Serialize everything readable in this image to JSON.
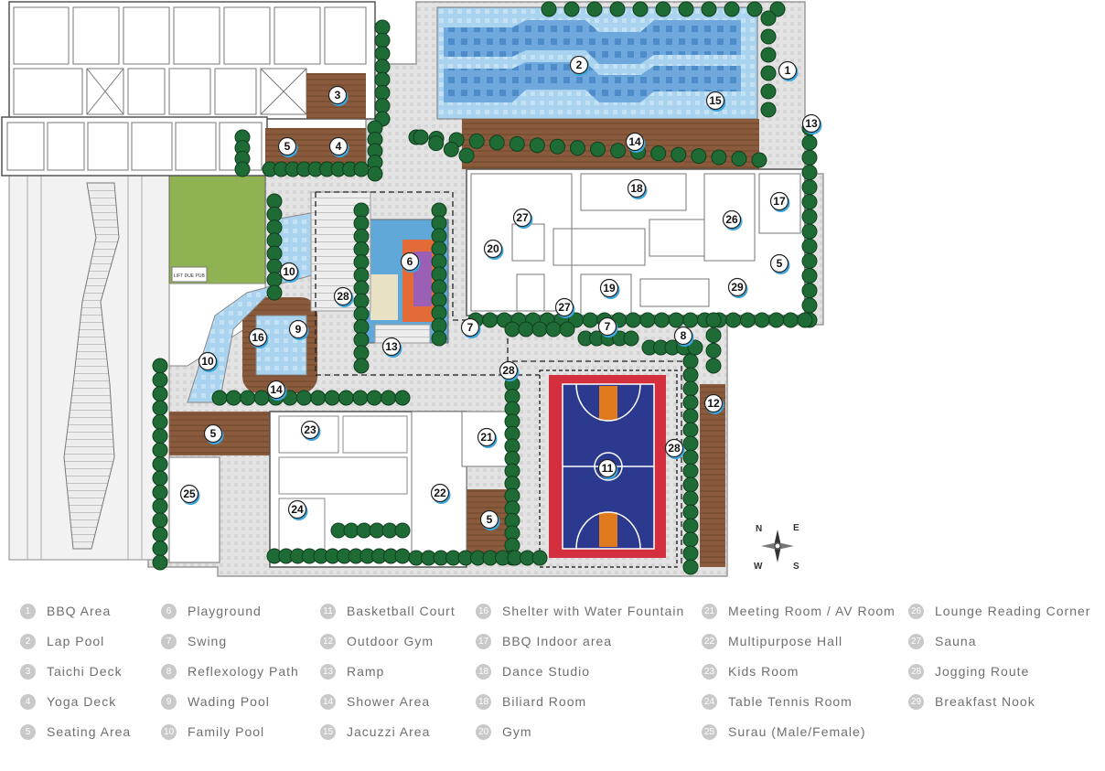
{
  "map": {
    "markers": [
      {
        "n": "1"
      },
      {
        "n": "2"
      },
      {
        "n": "3"
      },
      {
        "n": "4"
      },
      {
        "n": "5"
      },
      {
        "n": "5"
      },
      {
        "n": "5"
      },
      {
        "n": "5"
      },
      {
        "n": "6"
      },
      {
        "n": "7"
      },
      {
        "n": "7"
      },
      {
        "n": "8"
      },
      {
        "n": "9"
      },
      {
        "n": "10"
      },
      {
        "n": "10"
      },
      {
        "n": "11"
      },
      {
        "n": "12"
      },
      {
        "n": "13"
      },
      {
        "n": "13"
      },
      {
        "n": "14"
      },
      {
        "n": "14"
      },
      {
        "n": "15"
      },
      {
        "n": "16"
      },
      {
        "n": "17"
      },
      {
        "n": "18"
      },
      {
        "n": "19"
      },
      {
        "n": "20"
      },
      {
        "n": "21"
      },
      {
        "n": "22"
      },
      {
        "n": "23"
      },
      {
        "n": "24"
      },
      {
        "n": "25"
      },
      {
        "n": "26"
      },
      {
        "n": "27"
      },
      {
        "n": "27"
      },
      {
        "n": "28"
      },
      {
        "n": "28"
      },
      {
        "n": "28"
      },
      {
        "n": "29"
      }
    ],
    "sign_text": "LIFT DUE PUB",
    "compass": {
      "n": "N",
      "e": "E",
      "s": "S",
      "w": "W"
    },
    "colors": {
      "wood_deck": "#8a5a3c",
      "pool_water": "#5b9bd5",
      "tree": "#1f6b35",
      "lawn": "#7fa14a",
      "court_blue": "#2b3a8f",
      "court_red": "#d32f3f",
      "court_orange": "#e07a1f",
      "paving": "#dcdcdc"
    }
  },
  "legend": {
    "columns": [
      [
        {
          "num": "1",
          "label": "BBQ Area"
        },
        {
          "num": "2",
          "label": "Lap Pool"
        },
        {
          "num": "3",
          "label": "Taichi Deck"
        },
        {
          "num": "4",
          "label": "Yoga Deck"
        },
        {
          "num": "5",
          "label": "Seating Area"
        }
      ],
      [
        {
          "num": "6",
          "label": "Playground"
        },
        {
          "num": "7",
          "label": "Swing"
        },
        {
          "num": "8",
          "label": "Reflexology Path"
        },
        {
          "num": "9",
          "label": "Wading Pool"
        },
        {
          "num": "10",
          "label": "Family Pool"
        }
      ],
      [
        {
          "num": "11",
          "label": "Basketball Court"
        },
        {
          "num": "12",
          "label": "Outdoor Gym"
        },
        {
          "num": "13",
          "label": "Ramp"
        },
        {
          "num": "14",
          "label": "Shower Area"
        },
        {
          "num": "15",
          "label": "Jacuzzi Area"
        }
      ],
      [
        {
          "num": "16",
          "label": "Shelter with Water Fountain"
        },
        {
          "num": "17",
          "label": "BBQ Indoor area"
        },
        {
          "num": "18",
          "label": "Dance Studio"
        },
        {
          "num": "18",
          "label": "Biliard Room"
        },
        {
          "num": "20",
          "label": "Gym"
        }
      ],
      [
        {
          "num": "21",
          "label": "Meeting Room / AV Room"
        },
        {
          "num": "22",
          "label": "Multipurpose Hall"
        },
        {
          "num": "23",
          "label": "Kids Room"
        },
        {
          "num": "24",
          "label": "Table Tennis Room"
        },
        {
          "num": "25",
          "label": "Surau (Male/Female)"
        }
      ],
      [
        {
          "num": "26",
          "label": "Lounge Reading Corner"
        },
        {
          "num": "27",
          "label": "Sauna"
        },
        {
          "num": "28",
          "label": "Jogging Route"
        },
        {
          "num": "29",
          "label": "Breakfast Nook"
        }
      ]
    ]
  }
}
